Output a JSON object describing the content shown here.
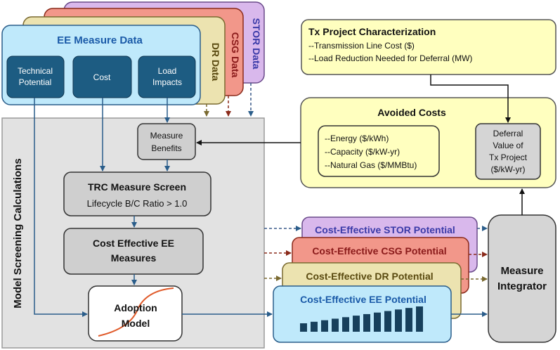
{
  "data_cards": {
    "stor": "STOR Data",
    "csg": "CSG Data",
    "dr": "DR Data",
    "ee_title": "EE  Measure Data",
    "ee_items": [
      {
        "line1": "Technical",
        "line2": "Potential"
      },
      {
        "line1": "Cost",
        "line2": ""
      },
      {
        "line1": "Load",
        "line2": "Impacts"
      }
    ]
  },
  "tx_project": {
    "title": "Tx Project Characterization",
    "line1": "--Transmission Line Cost ($)",
    "line2": "--Load Reduction Needed for Deferral (MW)"
  },
  "avoided_costs": {
    "title": "Avoided Costs",
    "items": [
      "--Energy ($/kWh)",
      "--Capacity ($/kW-yr)",
      "--Natural Gas ($/MMBtu)"
    ],
    "deferral": [
      "Deferral",
      "Value of",
      "Tx Project",
      "($/kW-yr)"
    ]
  },
  "screening": {
    "panel_label": "Model Screening Calculations",
    "benefits": [
      "Measure",
      "Benefits"
    ],
    "trc_title": "TRC Measure Screen",
    "trc_sub": "Lifecycle B/C Ratio > 1.0",
    "ce_ee": [
      "Cost Effective EE",
      "Measures"
    ],
    "adoption": [
      "Adoption",
      "Model"
    ]
  },
  "potentials": {
    "stor": "Cost-Effective STOR Potential",
    "csg": "Cost-Effective CSG Potential",
    "dr": "Cost-Effective DR Potential",
    "ee": "Cost-Effective EE Potential"
  },
  "integrator": [
    "Measure",
    "Integrator"
  ],
  "colors": {
    "ee_blue": "#bfe9fb",
    "ee_dark": "#1d5c82",
    "stor_purple": "#d9b8ec",
    "csg_red": "#f2978a",
    "dr_tan": "#ece3b0",
    "yellow": "#ffffbf",
    "grey_panel": "#e2e2e2",
    "grey_box": "#cfcfcf",
    "navy_bars": "#17405c"
  }
}
